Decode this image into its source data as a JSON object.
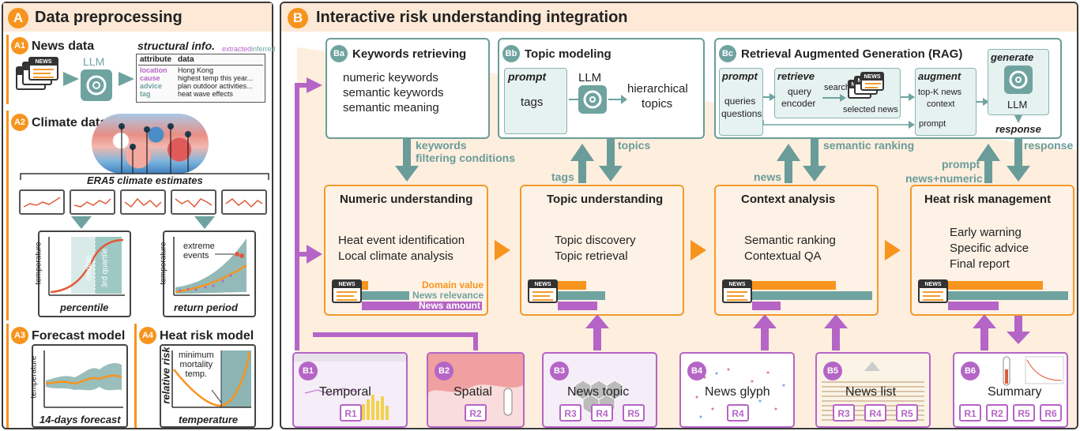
{
  "colors": {
    "orange": "#f7941d",
    "teal": "#6fa3a0",
    "purple": "#b565c6",
    "peach": "#fde9d6",
    "dark": "#3a3a3a"
  },
  "panelA": {
    "badge": "A",
    "title": "Data preprocessing",
    "a1": {
      "badge": "A1",
      "title": "News data",
      "llm": "LLM",
      "structural": "structural info.",
      "extracted": "extracted",
      "inferred": "inferred",
      "table_headers": [
        "attribute",
        "data"
      ],
      "rows": [
        {
          "attr": "location",
          "value": "Hong Kong"
        },
        {
          "attr": "cause",
          "value": "highest temp this year..."
        },
        {
          "attr": "advice",
          "value": "plan outdoor activities..."
        },
        {
          "attr": "tag",
          "value": "heat wave effects"
        }
      ],
      "news_label": "NEWS"
    },
    "a2": {
      "badge": "A2",
      "title": "Climate data",
      "era5": "ERA5 climate estimates",
      "left_ylabel": "temperature",
      "left_xlabel": "percentile",
      "median": "median",
      "q3": "3rd quartile",
      "right_ylabel": "temperature",
      "right_xlabel": "return period",
      "extreme": "extreme\nevents"
    },
    "a3": {
      "badge": "A3",
      "title": "Forecast model",
      "ylabel": "temperature",
      "xlabel": "14-days forecast"
    },
    "a4": {
      "badge": "A4",
      "title": "Heat risk model",
      "ylabel": "relative risk",
      "xlabel": "temperature",
      "annot": "minimum\nmortality\ntemp."
    }
  },
  "panelB": {
    "badge": "B",
    "title": "Interactive risk understanding integration",
    "ba": {
      "badge": "Ba",
      "title": "Keywords retrieving",
      "items": [
        "numeric keywords",
        "semantic keywords",
        "semantic meaning"
      ]
    },
    "bb": {
      "badge": "Bb",
      "title": "Topic modeling",
      "prompt": "prompt",
      "tags": "tags",
      "llm": "LLM",
      "out1": "hierarchical",
      "out2": "topics"
    },
    "bc": {
      "badge": "Bc",
      "title": "Retrieval Augmented Generation (RAG)",
      "prompt": "prompt",
      "queries": "queries",
      "questions": "questions",
      "retrieve": "retrieve",
      "query_encoder1": "query",
      "query_encoder2": "encoder",
      "search": "search",
      "selected": "selected news",
      "augment": "augment",
      "topk1": "top-K news",
      "topk2": "context",
      "prompt2": "prompt",
      "generate": "generate",
      "llm": "LLM",
      "response": "response"
    },
    "arrows": {
      "keywords": "keywords",
      "filtering": "filtering conditions",
      "tags": "tags",
      "topics": "topics",
      "news": "news",
      "semantic_ranking": "semantic ranking",
      "prompt": "prompt",
      "news_numeric": "news+numeric",
      "response": "response"
    },
    "numeric": {
      "title": "Numeric understanding",
      "l1": "Heat event identification",
      "l2": "Local climate analysis",
      "legend": [
        "Domain value",
        "News relevance",
        "News amount"
      ],
      "bars": [
        0.12,
        0.55,
        0.45
      ]
    },
    "topic": {
      "title": "Topic understanding",
      "l1": "Topic discovery",
      "l2": "Topic retrieval",
      "bars": [
        0.32,
        0.55,
        0.45
      ]
    },
    "context": {
      "title": "Context analysis",
      "l1": "Semantic ranking",
      "l2": "Contextual QA",
      "bars": [
        0.7,
        0.92,
        0.3
      ]
    },
    "heat": {
      "title": "Heat risk management",
      "l1": "Early warning",
      "l2": "Specific advice",
      "l3": "Final report",
      "bars": [
        0.8,
        0.95,
        0.4
      ]
    },
    "views": [
      {
        "badge": "B1",
        "title": "Temporal",
        "reqs": [
          "R1"
        ]
      },
      {
        "badge": "B2",
        "title": "Spatial",
        "reqs": [
          "R2"
        ]
      },
      {
        "badge": "B3",
        "title": "News topic",
        "reqs": [
          "R3",
          "R4",
          "R5"
        ]
      },
      {
        "badge": "B4",
        "title": "News glyph",
        "reqs": [
          "R4"
        ]
      },
      {
        "badge": "B5",
        "title": "News list",
        "reqs": [
          "R3",
          "R4",
          "R5"
        ]
      },
      {
        "badge": "B6",
        "title": "Summary",
        "reqs": [
          "R1",
          "R2",
          "R5",
          "R6"
        ]
      }
    ],
    "news_label": "NEWS"
  }
}
